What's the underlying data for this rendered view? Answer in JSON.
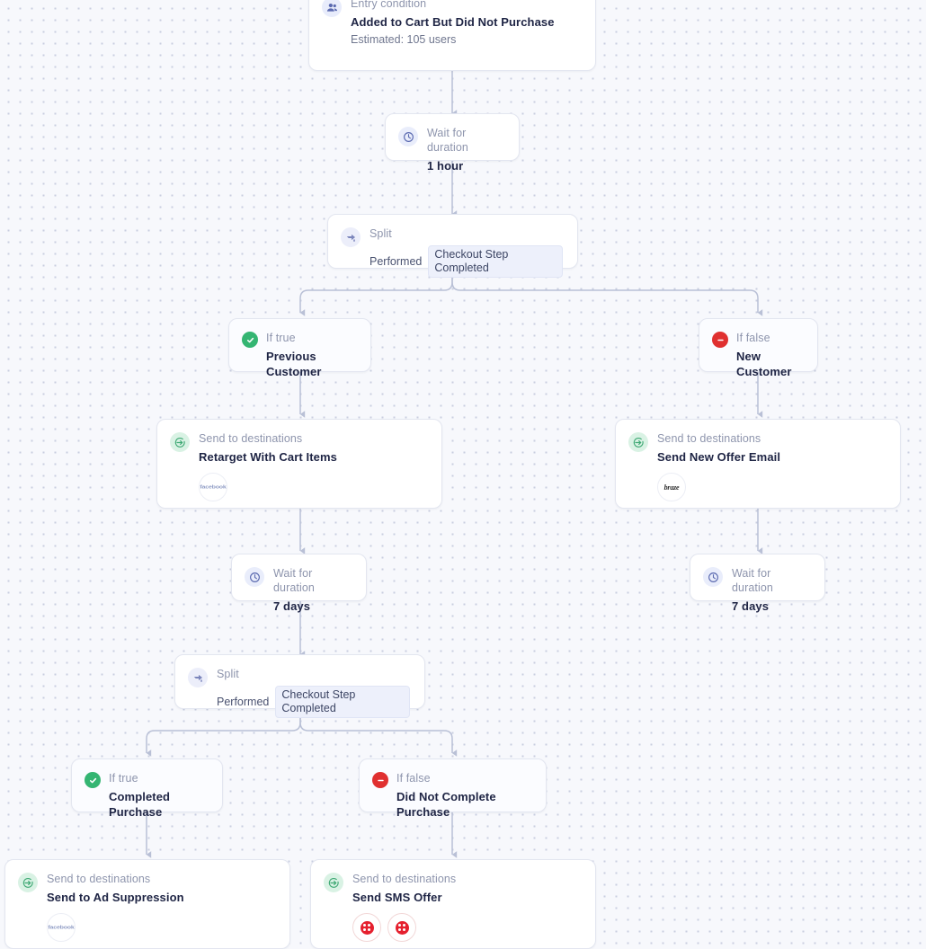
{
  "canvas": {
    "grid": "dot-grid",
    "background_color": "#f7f8fc",
    "dot_color": "#c9cee0"
  },
  "labels": {
    "entry_condition": "Entry condition",
    "wait_for_duration": "Wait for duration",
    "split": "Split",
    "performed": "Performed",
    "send_to_destinations": "Send to destinations",
    "if_true": "If true",
    "if_false": "If false"
  },
  "colors": {
    "true_badge": "#34b572",
    "false_badge": "#e03030",
    "send_icon_bg": "#d9f2e4",
    "pill_bg": "#edf0fb",
    "title_text": "#1e2444",
    "kicker_text": "#8e95ad"
  },
  "nodes": {
    "entry": {
      "kicker": "Entry condition",
      "title": "Added to Cart But Did Not Purchase",
      "sub": "Estimated: 105 users",
      "icon": "people-icon"
    },
    "wait1": {
      "kicker": "Wait for duration",
      "title": "1 hour",
      "icon": "clock-icon"
    },
    "split1": {
      "kicker": "Split",
      "condition_label": "Performed",
      "condition_value": "Checkout Step Completed",
      "icon": "split-icon"
    },
    "branch_true_1": {
      "kicker": "If true",
      "title": "Previous Customer",
      "icon": "check-circle-icon"
    },
    "branch_false_1": {
      "kicker": "If false",
      "title": "New Customer",
      "icon": "minus-circle-icon"
    },
    "send1": {
      "kicker": "Send to destinations",
      "title": "Retarget With Cart Items",
      "icon": "send-icon",
      "destinations": [
        {
          "name": "facebook-ads-logo",
          "mark": "facebook"
        }
      ]
    },
    "send2": {
      "kicker": "Send to destinations",
      "title": "Send New Offer Email",
      "icon": "send-icon",
      "destinations": [
        {
          "name": "braze-logo",
          "mark": "braze"
        }
      ]
    },
    "wait2": {
      "kicker": "Wait for duration",
      "title": "7 days",
      "icon": "clock-icon"
    },
    "wait3": {
      "kicker": "Wait for duration",
      "title": "7 days",
      "icon": "clock-icon"
    },
    "split2": {
      "kicker": "Split",
      "condition_label": "Performed",
      "condition_value": "Checkout Step Completed",
      "icon": "split-icon"
    },
    "branch_true_2": {
      "kicker": "If true",
      "title": "Completed Purchase",
      "icon": "check-circle-icon"
    },
    "branch_false_2": {
      "kicker": "If false",
      "title": "Did Not Complete Purchase",
      "icon": "minus-circle-icon"
    },
    "send3": {
      "kicker": "Send to destinations",
      "title": "Send to Ad Suppression",
      "icon": "send-icon",
      "destinations": [
        {
          "name": "facebook-ads-logo",
          "mark": "facebook"
        }
      ]
    },
    "send4": {
      "kicker": "Send to destinations",
      "title": "Send SMS Offer",
      "icon": "send-icon",
      "destinations": [
        {
          "name": "twilio-logo",
          "mark": "twilio"
        },
        {
          "name": "twilio-segment-logo",
          "mark": "twilio"
        }
      ]
    }
  }
}
